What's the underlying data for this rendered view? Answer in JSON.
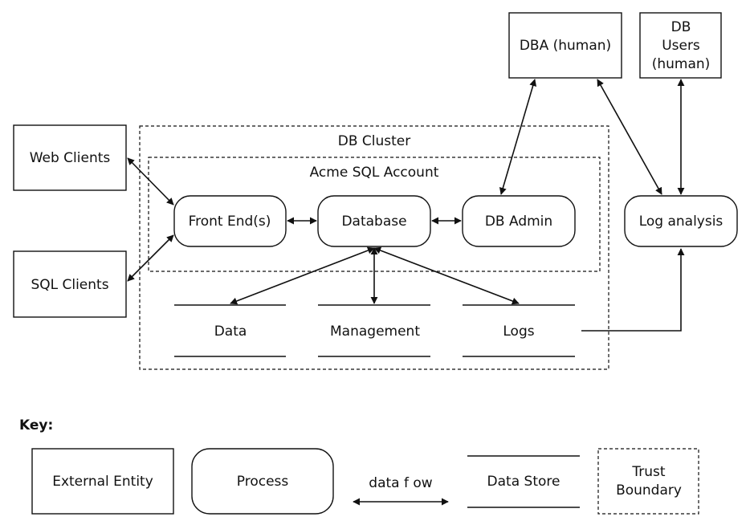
{
  "diagram": {
    "boundaries": {
      "db_cluster": "DB Cluster",
      "acme_account": "Acme SQL Account"
    },
    "external_entities": {
      "web_clients": "Web Clients",
      "sql_clients": "SQL Clients",
      "dba_human": "DBA (human)",
      "db_users": [
        "DB",
        "Users",
        "(human)"
      ]
    },
    "processes": {
      "front_end": "Front End(s)",
      "database": "Database",
      "db_admin": "DB Admin",
      "log_analysis": "Log analysis"
    },
    "data_stores": {
      "data": "Data",
      "management": "Management",
      "logs": "Logs"
    }
  },
  "key": {
    "heading": "Key:",
    "external_entity": "External Entity",
    "process": "Process",
    "data_flow": "data f ow",
    "data_store": "Data Store",
    "trust_boundary": [
      "Trust",
      "Boundary"
    ]
  }
}
